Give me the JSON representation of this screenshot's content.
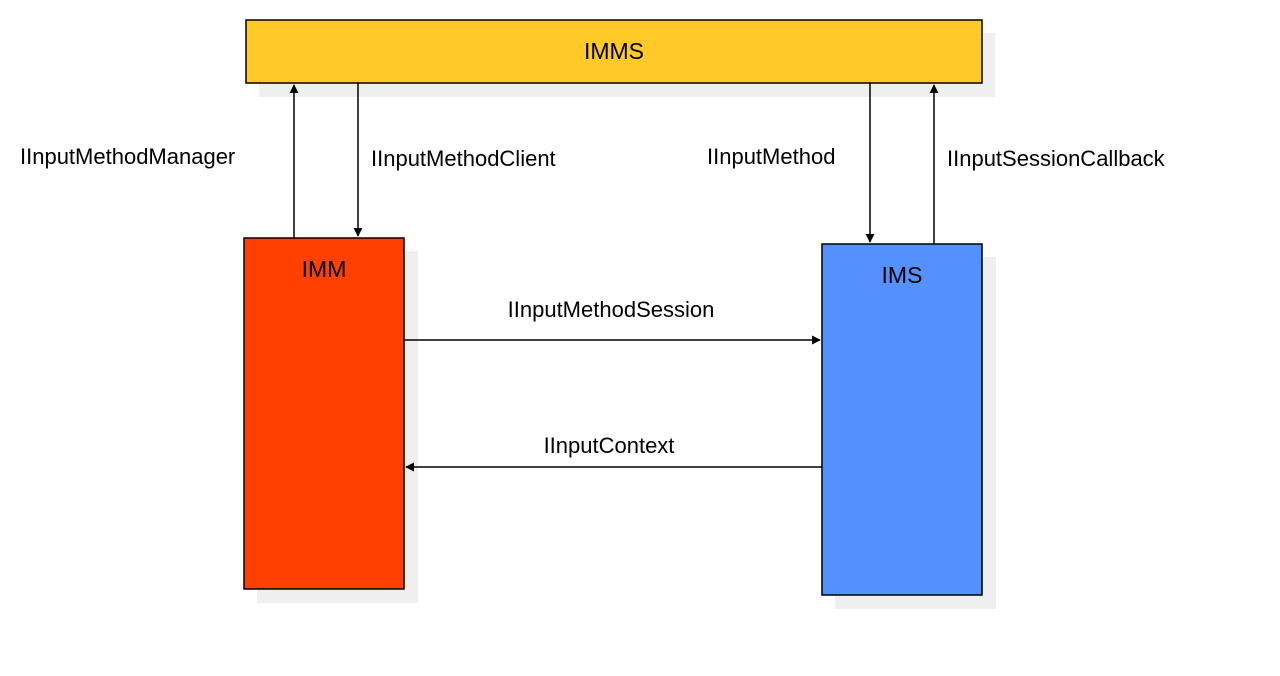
{
  "nodes": {
    "imms": {
      "label": "IMMS",
      "color": "#FFCA28"
    },
    "imm": {
      "label": "IMM",
      "color": "#FF4000"
    },
    "ims": {
      "label": "IMS",
      "color": "#5590FF"
    }
  },
  "edges": {
    "input_method_manager": {
      "label": "IInputMethodManager",
      "from": "IMM",
      "to": "IMMS"
    },
    "input_method_client": {
      "label": "IInputMethodClient",
      "from": "IMMS",
      "to": "IMM"
    },
    "input_method": {
      "label": "IInputMethod",
      "from": "IMMS",
      "to": "IMS"
    },
    "input_session_callback": {
      "label": "IInputSessionCallback",
      "from": "IMS",
      "to": "IMMS"
    },
    "input_method_session": {
      "label": "IInputMethodSession",
      "from": "IMM",
      "to": "IMS"
    },
    "input_context": {
      "label": "IInputContext",
      "from": "IMS",
      "to": "IMM"
    }
  },
  "colors": {
    "shadow": "#EFEFEF",
    "stroke": "#000000"
  }
}
